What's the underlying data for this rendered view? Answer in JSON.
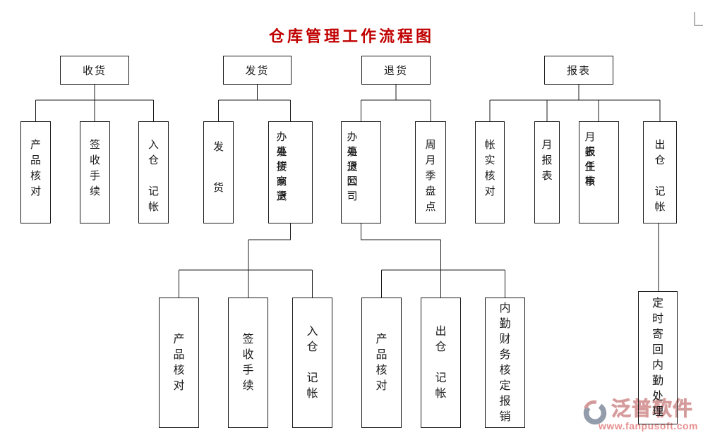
{
  "page": {
    "title": "仓库管理工作流程图",
    "title_color": "#c00000",
    "background_color": "#ffffff",
    "line_color": "#1a1a1a"
  },
  "flowchart": {
    "branches": [
      {
        "label": "收货",
        "children": [
          {
            "label": "产品核对"
          },
          {
            "label": "签收手续"
          },
          {
            "label": "入仓 记帐"
          }
        ]
      },
      {
        "label": "发货",
        "children": [
          {
            "label": "发 货"
          },
          {
            "label": "办事处接货商家退货",
            "children": [
              {
                "label": "产品核对"
              },
              {
                "label": "签收手续"
              },
              {
                "label": "入仓 记帐"
              }
            ]
          }
        ]
      },
      {
        "label": "退货",
        "children": [
          {
            "label": "办事处退货回公司",
            "children": [
              {
                "label": "产品核对"
              },
              {
                "label": "出仓 记帐"
              },
              {
                "label": "内勤财务核定报销"
              }
            ]
          },
          {
            "label": "周月季盘点"
          }
        ]
      },
      {
        "label": "报表",
        "children": [
          {
            "label": "帐实核对"
          },
          {
            "label": "月报表"
          },
          {
            "label": "月报表主任审核"
          },
          {
            "label": "出仓 记帐",
            "children": [
              {
                "label": "定时寄回内勤处理"
              }
            ]
          }
        ]
      }
    ]
  },
  "watermark": {
    "brand": "泛普软件",
    "url": "www.fanpusoft.com",
    "brand_color": "#b3abab",
    "accent_color": "#e89090",
    "icon_color": "#939cab"
  }
}
